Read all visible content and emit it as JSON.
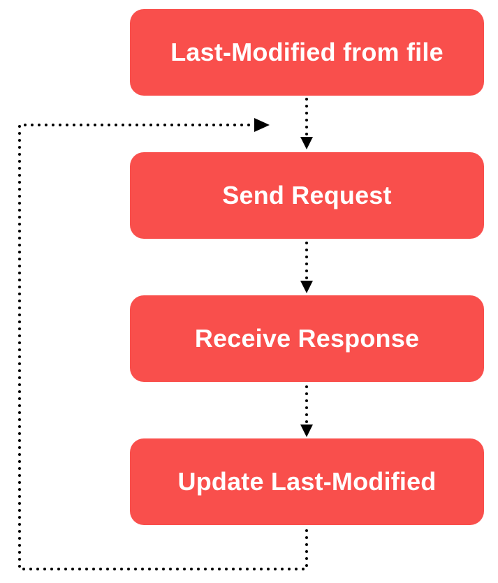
{
  "colors": {
    "node_fill": "#f94f4c",
    "node_text": "#ffffff",
    "connector": "#000000"
  },
  "nodes": [
    {
      "label": "Last-Modified from file"
    },
    {
      "label": "Send Request"
    },
    {
      "label": "Receive Response"
    },
    {
      "label": "Update Last-Modified"
    }
  ],
  "connectors": {
    "style": "dotted",
    "flow": [
      "Last-Modified from file",
      "Send Request",
      "Receive Response",
      "Update Last-Modified"
    ],
    "loop_back": {
      "from": "Update Last-Modified",
      "to": "Send Request"
    }
  }
}
